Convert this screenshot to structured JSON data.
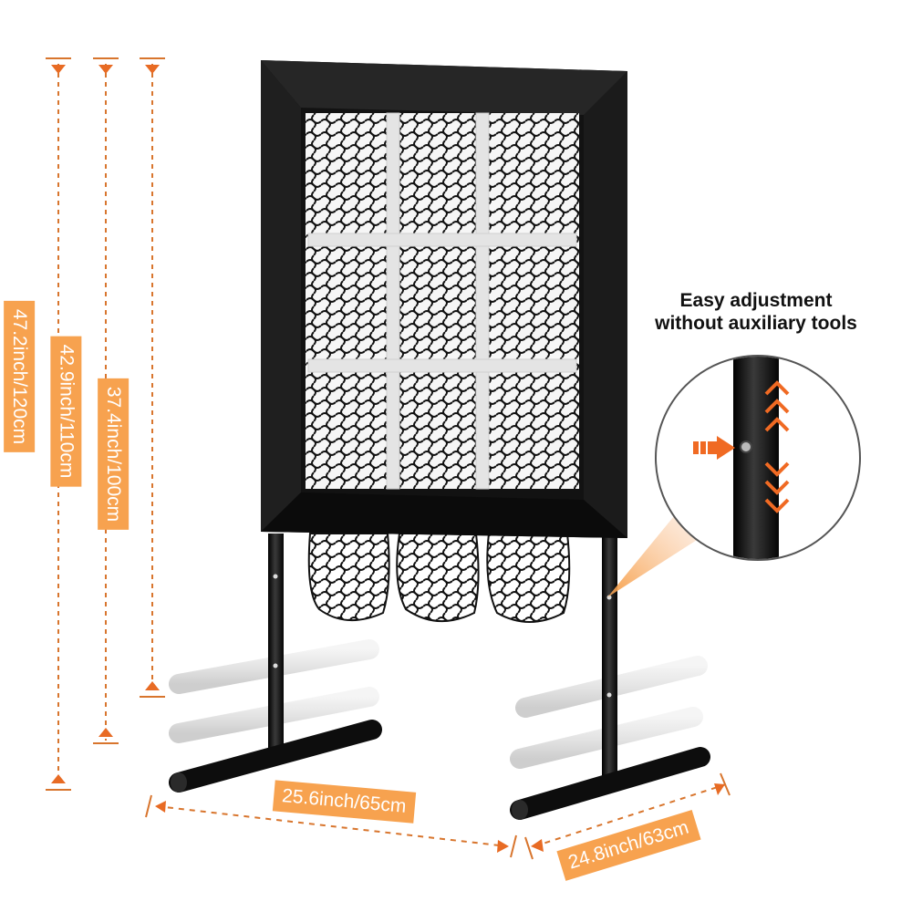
{
  "dimensions": {
    "total_height": "47.2inch/120cm",
    "mid_height": "42.9inch/110cm",
    "low_height": "37.4inch/100cm",
    "width": "25.6inch/65cm",
    "depth": "24.8inch/63cm"
  },
  "callout": {
    "line1": "Easy adjustment",
    "line2": "without auxiliary tools"
  },
  "colors": {
    "accent": "#f7a24f",
    "arrow": "#f06a23",
    "frame": "#111111",
    "dimension_line": "#d8752d"
  },
  "icons": [
    "chevron-up-icon",
    "chevron-down-icon",
    "pointer-arrow-icon"
  ]
}
